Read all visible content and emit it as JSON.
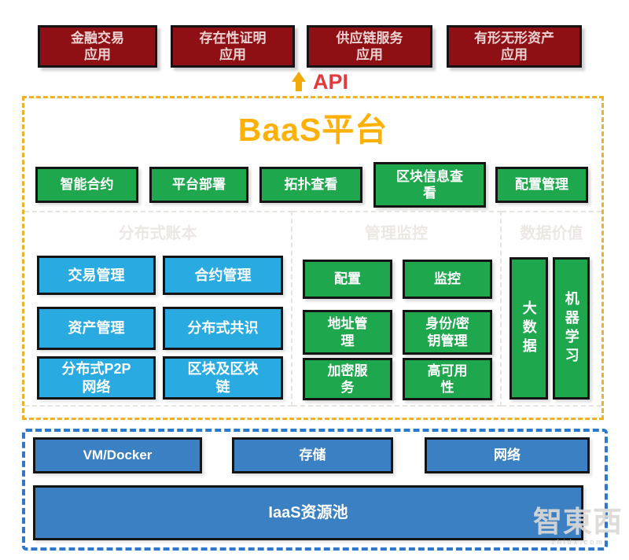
{
  "colors": {
    "app_box": "#8e1014",
    "service_green": "#1ea74d",
    "ledger_cyan": "#29abe2",
    "infra_blue": "#3c80c4",
    "baas_frame_dash": "#f1b122",
    "infra_frame_dash": "#2e78cb",
    "title_orange": "#ffb005",
    "api_red": "#e23a3e"
  },
  "top_apps": [
    {
      "label": "金融交易\n应用"
    },
    {
      "label": "存在性证明\n应用"
    },
    {
      "label": "供应链服务\n应用"
    },
    {
      "label": "有形无形资产\n应用"
    }
  ],
  "api": {
    "label": "API",
    "arrow_icon": "up-arrow"
  },
  "baas": {
    "title": "BaaS平台",
    "services": [
      {
        "label": "智能合约"
      },
      {
        "label": "平台部署"
      },
      {
        "label": "拓扑查看"
      },
      {
        "label": "区块信息查\n看"
      },
      {
        "label": "配置管理"
      }
    ],
    "sections": [
      {
        "label": "分布式账本"
      },
      {
        "label": "管理监控"
      },
      {
        "label": "数据价值"
      }
    ],
    "ledger_modules": [
      {
        "label": "交易管理"
      },
      {
        "label": "合约管理"
      },
      {
        "label": "资产管理"
      },
      {
        "label": "分布式共识"
      },
      {
        "label": "分布式P2P\n网络"
      },
      {
        "label": "区块及区块\n链"
      }
    ],
    "ops_modules": [
      {
        "label": "配置"
      },
      {
        "label": "监控"
      },
      {
        "label": "地址管\n理"
      },
      {
        "label": "身份/密\n钥管理"
      },
      {
        "label": "加密服\n务"
      },
      {
        "label": "高可用\n性"
      }
    ],
    "value_modules": [
      {
        "label": "大数据"
      },
      {
        "label": "机器学习"
      }
    ]
  },
  "infra": {
    "resources": [
      {
        "label": "VM/Docker"
      },
      {
        "label": "存储"
      },
      {
        "label": "网络"
      }
    ],
    "pool": {
      "label": "IaaS资源池"
    }
  },
  "watermark": {
    "text": "智東西",
    "subtext": "zhidx.com"
  }
}
